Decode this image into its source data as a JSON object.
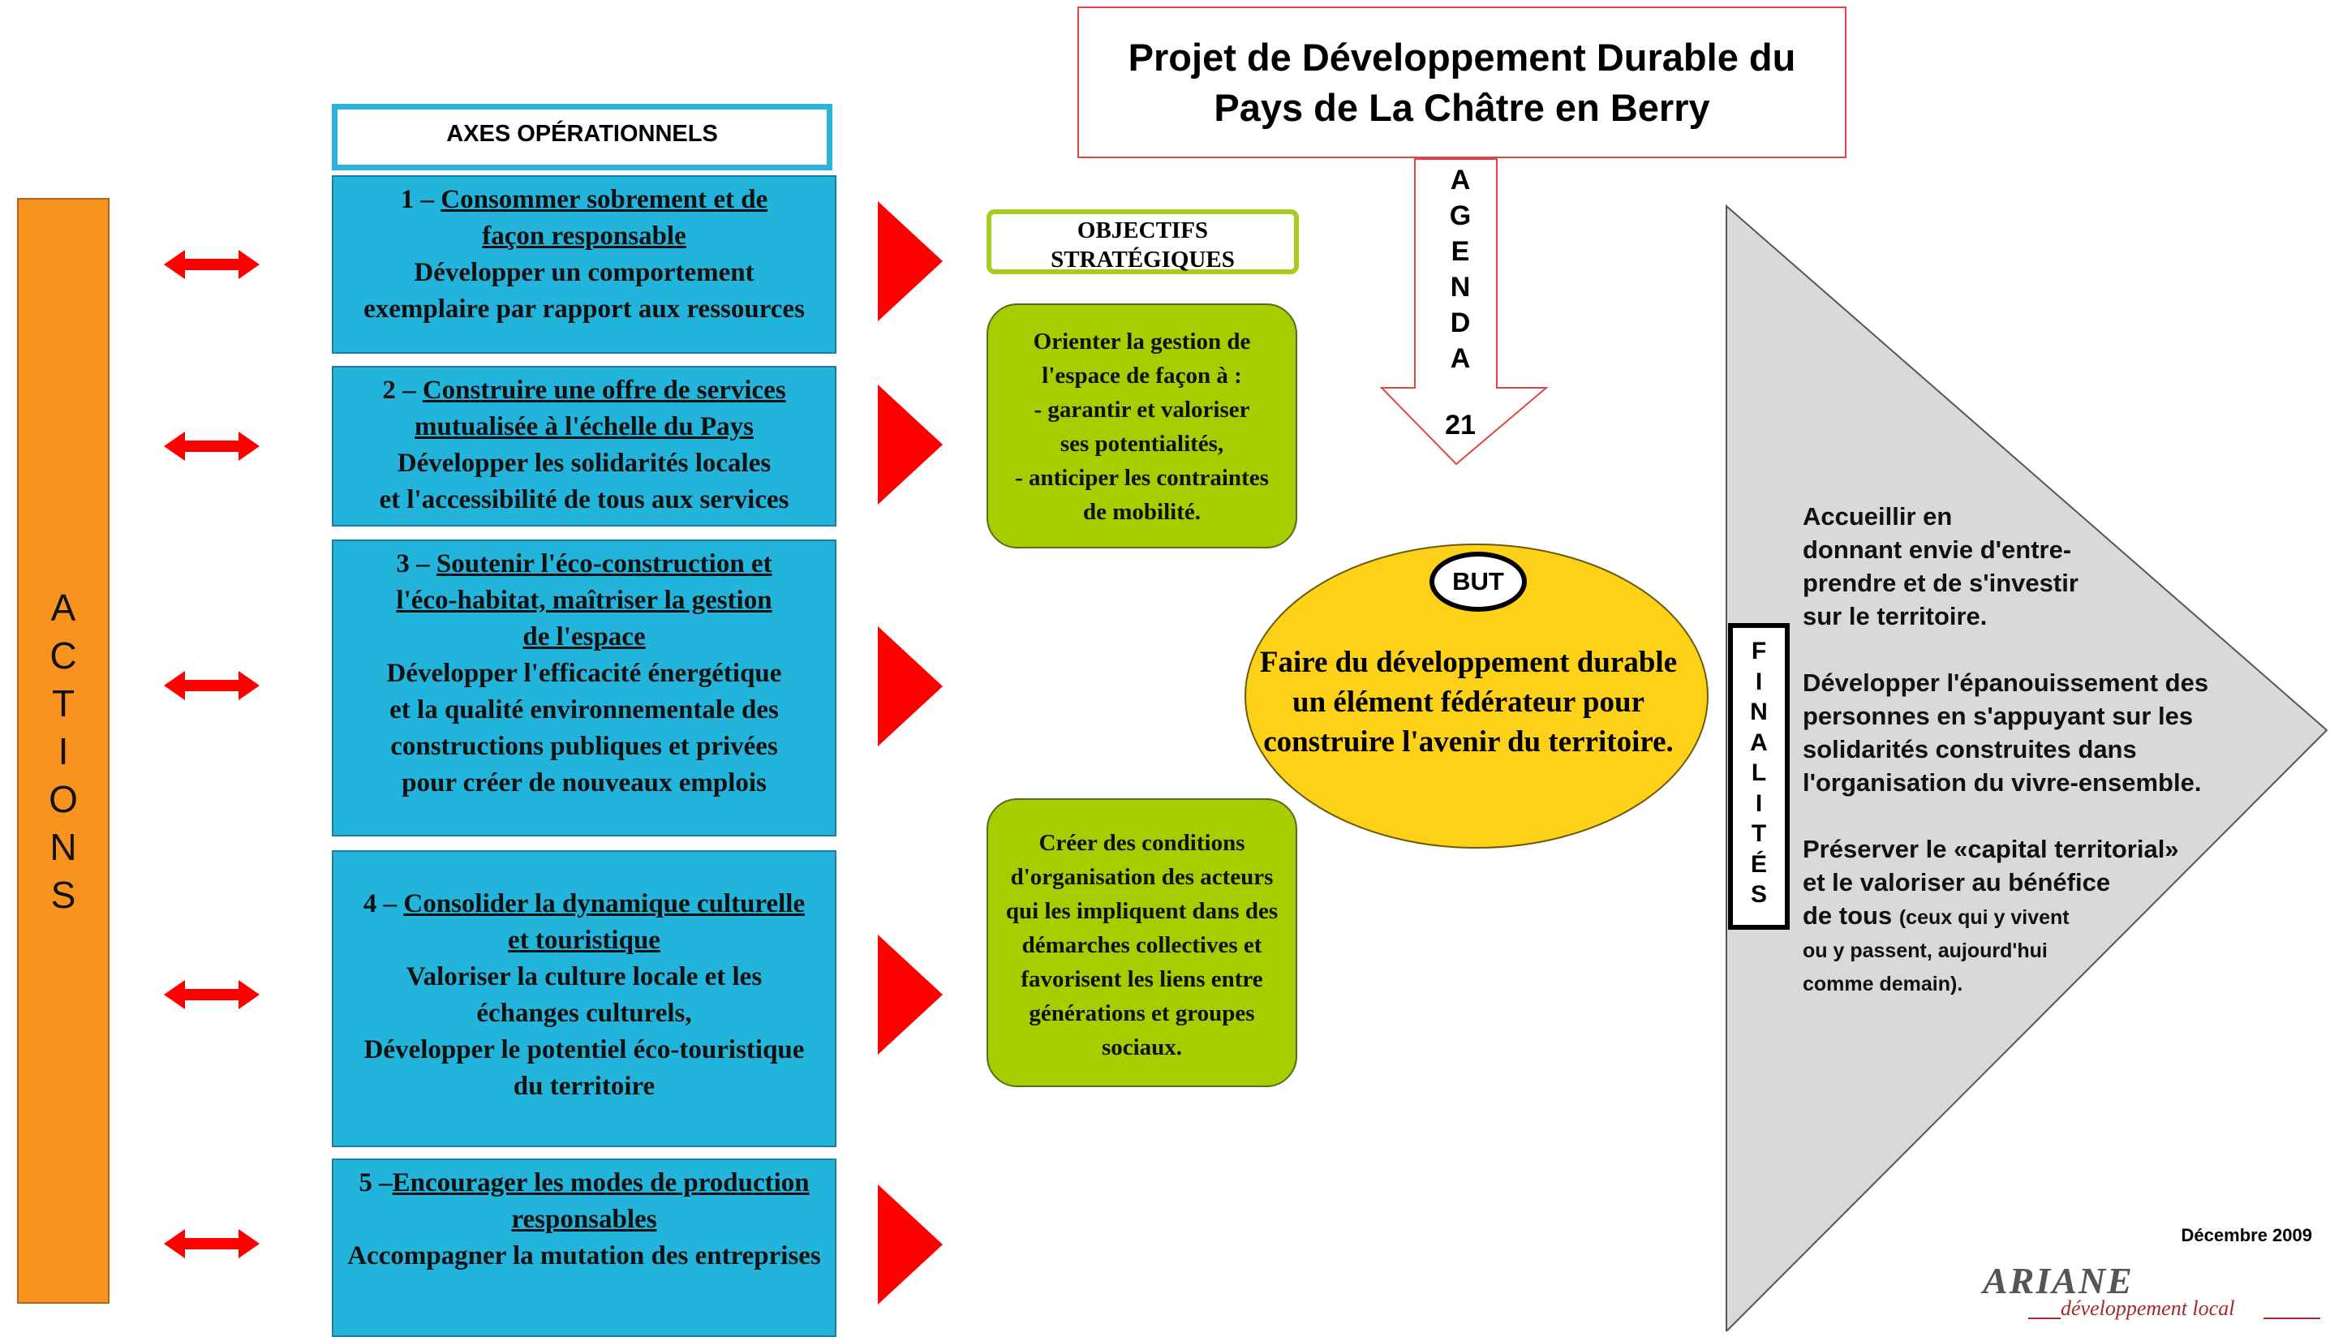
{
  "title": {
    "line1": "Projet de Développement Durable du",
    "line2": "Pays de La Châtre en Berry"
  },
  "agenda": {
    "letters": [
      "A",
      "G",
      "E",
      "N",
      "D",
      "A"
    ],
    "number": "21"
  },
  "actions": {
    "letters": [
      "A",
      "C",
      "T",
      "I",
      "O",
      "N",
      "S"
    ]
  },
  "axes": {
    "header": "AXES OPÉRATIONNELS",
    "items": [
      {
        "number": "1 – ",
        "title_lines": [
          "Consommer sobrement et de",
          "façon responsable"
        ],
        "body_lines": [
          "Développer un comportement",
          "exemplaire par rapport aux ressources"
        ]
      },
      {
        "number": "2 – ",
        "title_lines": [
          "Construire une offre de services",
          "mutualisée à l'échelle du Pays"
        ],
        "body_lines": [
          "Développer les solidarités locales",
          "et l'accessibilité de tous aux services"
        ]
      },
      {
        "number": "3 – ",
        "title_lines": [
          "Soutenir l'éco-construction et",
          "l'éco-habitat, maîtriser la gestion",
          "de l'espace"
        ],
        "body_lines": [
          "Développer l'efficacité énergétique",
          "et la qualité environnementale des",
          "constructions publiques et privées",
          "pour créer de nouveaux emplois"
        ]
      },
      {
        "number": "4 – ",
        "title_lines": [
          "Consolider la dynamique culturelle",
          "et touristique "
        ],
        "body_lines": [
          "Valoriser la culture locale et les",
          "échanges culturels,",
          "Développer le potentiel éco-touristique",
          "du territoire"
        ]
      },
      {
        "number": "5 –",
        "title_lines": [
          "Encourager les modes de production",
          "responsables"
        ],
        "body_lines": [
          "Accompagner la mutation des entreprises"
        ]
      }
    ]
  },
  "objectifs": {
    "header_lines": [
      "OBJECTIFS",
      "STRATÉGIQUES"
    ],
    "box1_lines": [
      "Orienter la gestion de",
      "l'espace de façon à :",
      "- garantir et valoriser",
      "ses potentialités,",
      "- anticiper les contraintes",
      "de mobilité."
    ],
    "box2_lines": [
      "Créer des conditions",
      "d'organisation des acteurs",
      "qui les impliquent dans des",
      "démarches collectives et",
      "favorisent les liens entre",
      "générations et groupes",
      "sociaux."
    ]
  },
  "but": {
    "label": "BUT",
    "text_lines": [
      "Faire du développement durable",
      "un élément fédérateur pour",
      "construire l'avenir du territoire."
    ]
  },
  "finalites": {
    "letters": [
      "F",
      "I",
      "N",
      "A",
      "L",
      "I",
      "T",
      "É",
      "S"
    ],
    "p1_lines": [
      "Accueillir en",
      "donnant envie d'entre-",
      "prendre et de s'investir",
      "sur le territoire."
    ],
    "p2_lines": [
      "Développer l'épanouissement des",
      "personnes en s'appuyant sur les",
      "solidarités construites dans",
      "l'organisation du vivre-ensemble."
    ],
    "p3_lines": [
      "Préserver le «capital territorial»",
      "et le valoriser au bénéfice",
      "de tous "
    ],
    "p3_small": "(ceux qui y vivent",
    "p3_small_lines": [
      "ou  y passent, aujourd'hui",
      "comme demain)."
    ]
  },
  "footer": {
    "date": "Décembre 2009",
    "logo_brand": "ARIANE",
    "logo_sub": "développement local"
  },
  "colors": {
    "orange": "#f7931e",
    "blue": "#23b4db",
    "green": "#a6cd00",
    "yellow": "#fdd117",
    "red": "#ff0000",
    "grey": "#d9d9d9"
  }
}
